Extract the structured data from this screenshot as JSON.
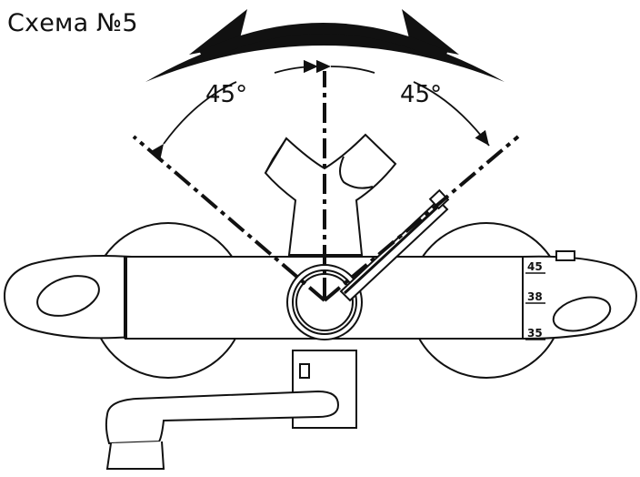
{
  "title": "Схема №5",
  "angles": {
    "left": "45°",
    "right": "45°"
  },
  "temperature_scale": [
    "45",
    "38",
    "35"
  ],
  "colors": {
    "line": "#111111",
    "background": "#ffffff"
  }
}
